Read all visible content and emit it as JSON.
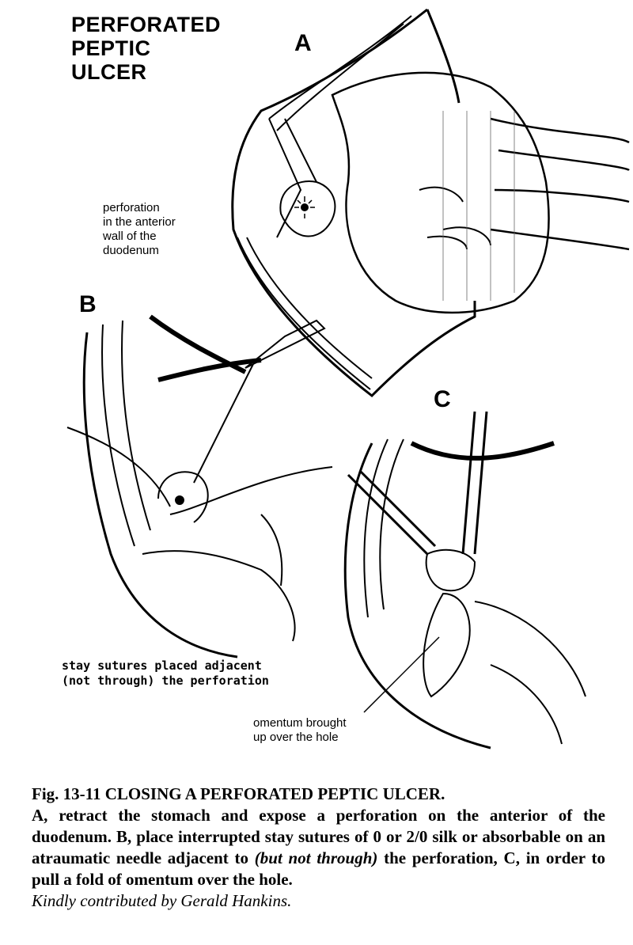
{
  "figure": {
    "title_lines": [
      "PERFORATED",
      "PEPTIC",
      "ULCER"
    ],
    "panels": {
      "a": {
        "letter": "A",
        "label_lines": [
          "perforation",
          "in the anterior",
          "wall of the",
          "duodenum"
        ]
      },
      "b": {
        "letter": "B",
        "label_lines": [
          "stay sutures placed adjacent",
          "(not through) the perforation"
        ]
      },
      "c": {
        "letter": "C",
        "label_lines": [
          "omentum brought",
          "up over the hole"
        ]
      }
    }
  },
  "caption": {
    "heading": "Fig. 13-11 CLOSING A PERFORATED PEPTIC ULCER.",
    "body_pre": "A, retract the stomach and expose a perforation on the anterior of the duodenum. B, place interrupted stay sutures of 0 or 2/0 silk or absorbable on an atraumatic needle adjacent to ",
    "body_italic": "(but not through)",
    "body_post": " the perforation, C, in order to pull a fold of omentum over the hole.",
    "credit": "Kindly contributed by Gerald Hankins."
  }
}
